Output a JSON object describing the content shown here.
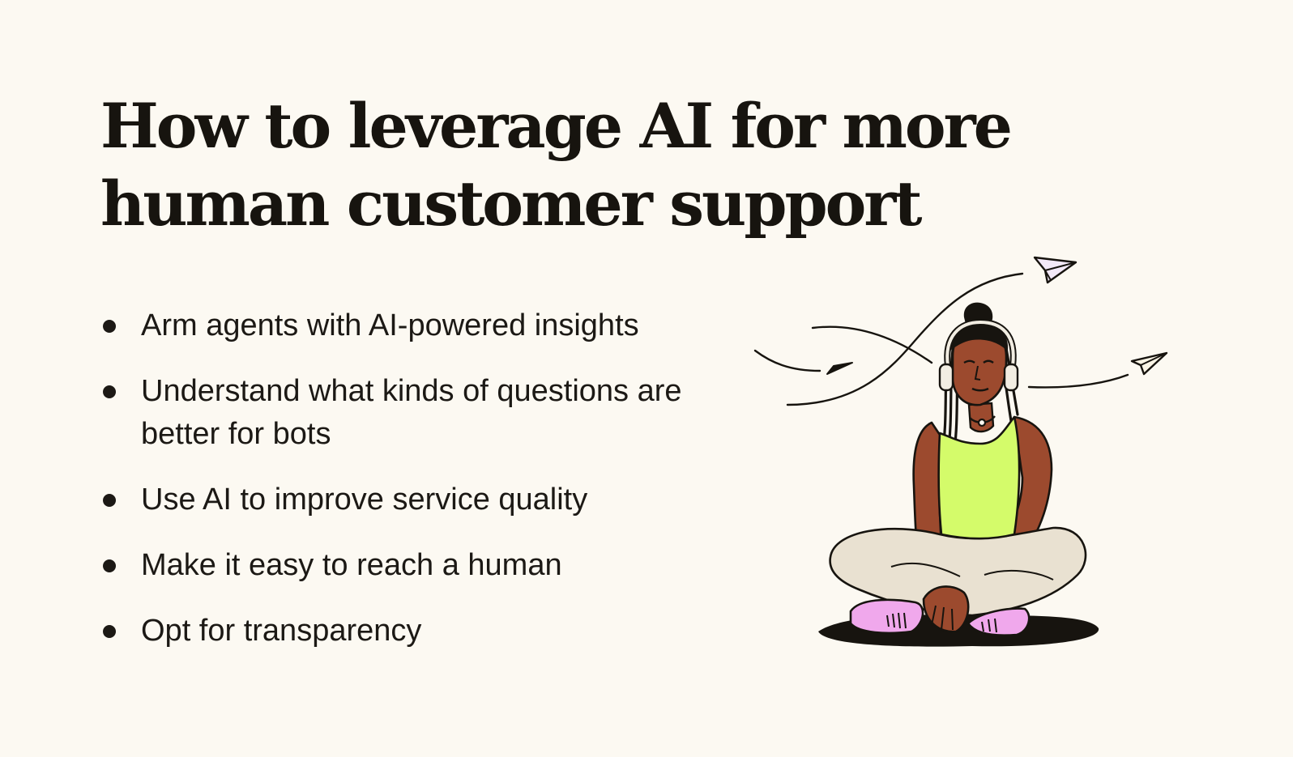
{
  "title": {
    "line1": "How to leverage AI for more",
    "line2": "human customer support"
  },
  "bullets": [
    "Arm agents with AI-powered insights",
    "Understand what kinds of questions are better for bots",
    "Use AI to improve service quality",
    "Make it easy to reach a human",
    "Opt for transparency"
  ],
  "colors": {
    "background": "#FCF9F2",
    "text": "#17140F",
    "skin": "#9C4A2E",
    "tank_top": "#D4FB6A",
    "pants": "#E9E1D1",
    "shoes": "#F0A8EC",
    "shadow": "#17140F"
  },
  "illustration": {
    "subject": "woman-with-headphones-sitting-cross-legged",
    "icons": [
      "paper-plane-icon",
      "paper-plane-icon",
      "paper-plane-icon"
    ]
  }
}
